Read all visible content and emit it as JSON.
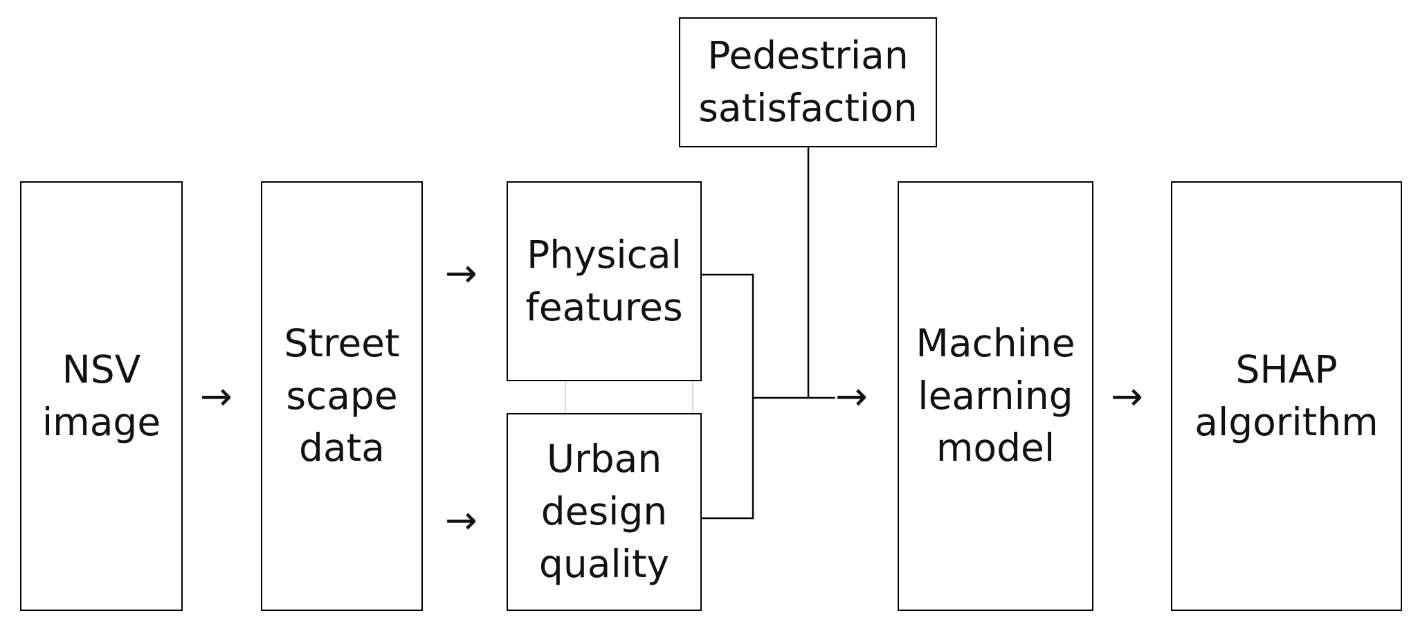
{
  "diagram": {
    "nodes": {
      "nsv": "NSV\nimage",
      "streetscape": "Street\nscape\ndata",
      "physical": "Physical\nfeatures",
      "urban": "Urban\ndesign\nquality",
      "pedestrian": "Pedestrian\nsatisfaction",
      "ml": "Machine\nlearning\nmodel",
      "shap": "SHAP\nalgorithm"
    },
    "arrow_glyph": "→",
    "edges": [
      {
        "from": "nsv",
        "to": "streetscape"
      },
      {
        "from": "streetscape",
        "to": "physical"
      },
      {
        "from": "streetscape",
        "to": "urban"
      },
      {
        "from": "physical",
        "to": "ml"
      },
      {
        "from": "urban",
        "to": "ml"
      },
      {
        "from": "pedestrian",
        "to": "ml"
      },
      {
        "from": "ml",
        "to": "shap"
      }
    ]
  }
}
